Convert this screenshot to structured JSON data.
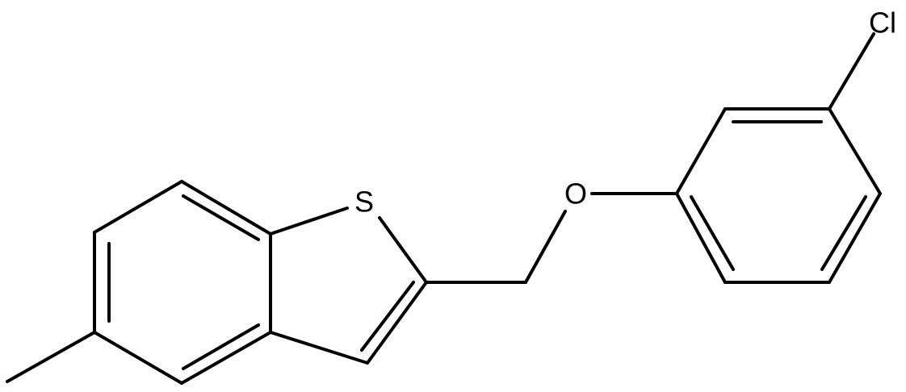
{
  "molecule": {
    "atoms": {
      "sulfur": "S",
      "oxygen": "O",
      "chlorine": "Cl"
    }
  },
  "colors": {
    "bond": "#000000",
    "label": "#000000",
    "background": "#ffffff"
  }
}
